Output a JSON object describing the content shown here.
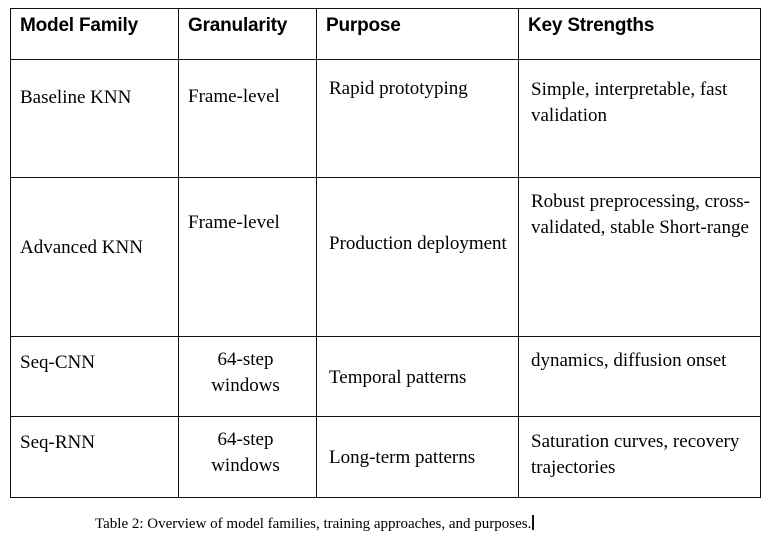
{
  "table": {
    "columns": [
      "Model Family",
      "Granularity",
      "Purpose",
      "Key Strengths"
    ],
    "rows": [
      {
        "family": "Baseline KNN",
        "granularity": "Frame-level",
        "purpose": "Rapid prototyping",
        "strengths": "Simple, interpretable, fast validation"
      },
      {
        "family": "Advanced KNN",
        "granularity": "Frame-level",
        "purpose": "Production deployment",
        "strengths": "Robust preprocessing, cross-validated, stable Short-range"
      },
      {
        "family": "Seq-CNN",
        "granularity": "64-step windows",
        "purpose": "Temporal patterns",
        "strengths": "dynamics, diffusion onset"
      },
      {
        "family": "Seq-RNN",
        "granularity": "64-step windows",
        "purpose": "Long-term patterns",
        "strengths": "Saturation curves, recovery trajectories"
      }
    ]
  },
  "caption": {
    "text": "Table 2: Overview of model families, training approaches, and purposes."
  },
  "colors": {
    "page_background": "#ffffff",
    "border": "#111111",
    "text": "#000000"
  }
}
